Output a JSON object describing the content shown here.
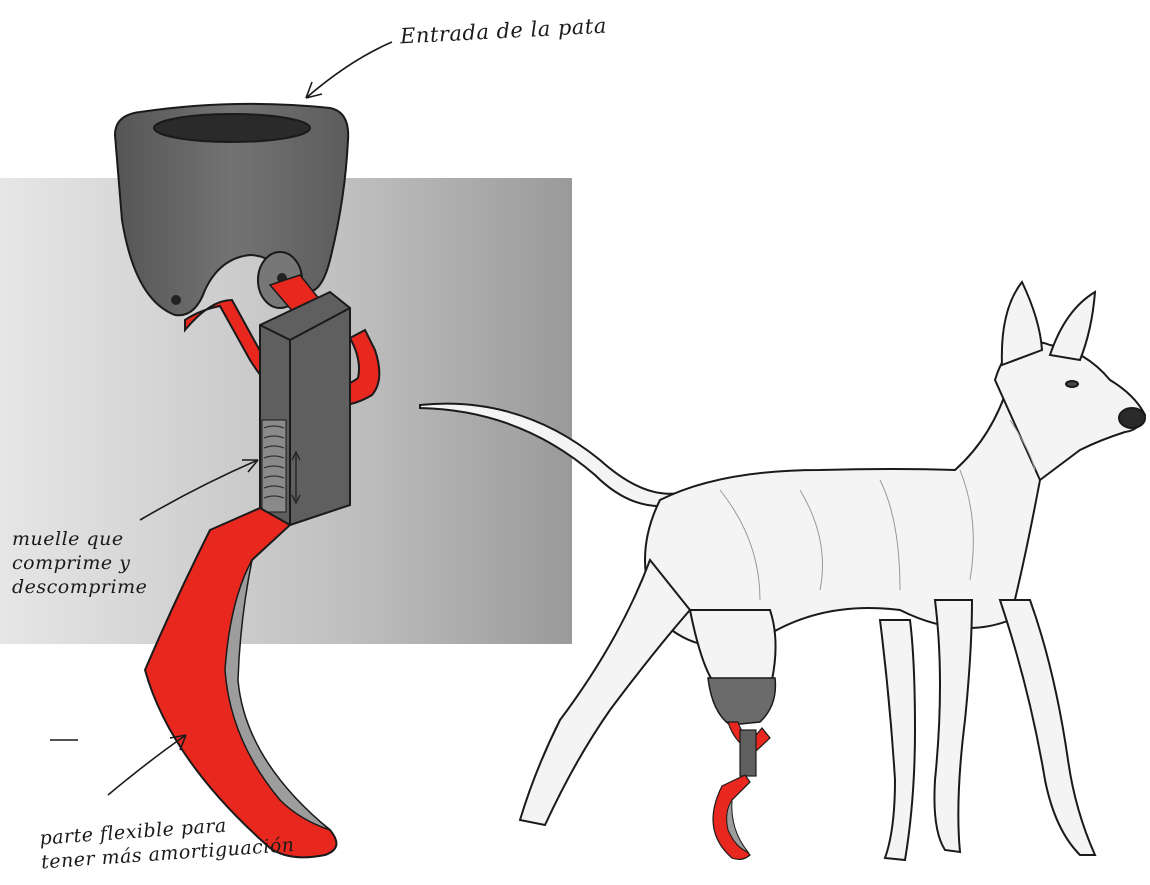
{
  "labels": {
    "socket_entry": "Entrada de la pata",
    "spring_line1": "muelle que",
    "spring_line2": "comprime y",
    "spring_line3": "descomprime",
    "flex_line1": "parte flexible para",
    "flex_line2": "tener más amortiguación"
  },
  "colors": {
    "background_panel_dark": "#9a9a9a",
    "background_panel_light": "#e6e6e6",
    "socket_gray": "#6b6b6b",
    "prosthesis_red": "#e8281f",
    "blade_gray": "#9d9d9d",
    "outline": "#1a1a1a",
    "dog_fill": "#f4f4f4"
  },
  "illustration": {
    "subject": "dog-leg-prosthesis",
    "parts": [
      "socket",
      "red-bracket",
      "spring-block",
      "flexible-blade",
      "dog-figure"
    ]
  }
}
